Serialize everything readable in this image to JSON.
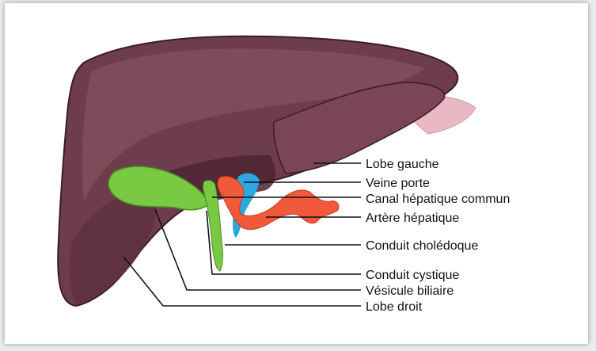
{
  "colors": {
    "liver_main": "#6e3d4d",
    "liver_highlight": "#8c5766",
    "liver_dark": "#4d2433",
    "gallbladder": "#7ac943",
    "artery": "#f05a3a",
    "portal_vein": "#2aa9e0",
    "stomach_tip": "#eab7c4"
  },
  "labels": [
    {
      "key": "left_lobe",
      "text": "Lobe gauche"
    },
    {
      "key": "portal_vein",
      "text": "Veine porte"
    },
    {
      "key": "common_hepatic_duct",
      "text": "Canal hépatique commun"
    },
    {
      "key": "hepatic_artery",
      "text": "Artère hépatique"
    },
    {
      "key": "common_bile_duct",
      "text": "Conduit cholédoque"
    },
    {
      "key": "cystic_duct",
      "text": "Conduit cystique"
    },
    {
      "key": "gallbladder",
      "text": "Vésicule biliaire"
    },
    {
      "key": "right_lobe",
      "text": "Lobe droit"
    }
  ]
}
